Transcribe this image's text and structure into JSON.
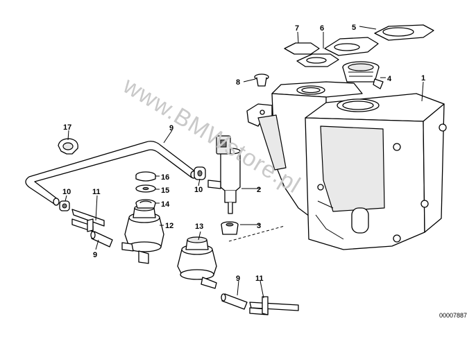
{
  "watermark": "www.BMWstore.pl",
  "reference_number": "00007887",
  "callouts": [
    "1",
    "2",
    "3",
    "4",
    "5",
    "6",
    "7",
    "8",
    "9",
    "9",
    "9",
    "10",
    "10",
    "11",
    "11",
    "12",
    "13",
    "14",
    "15",
    "16",
    "17"
  ]
}
